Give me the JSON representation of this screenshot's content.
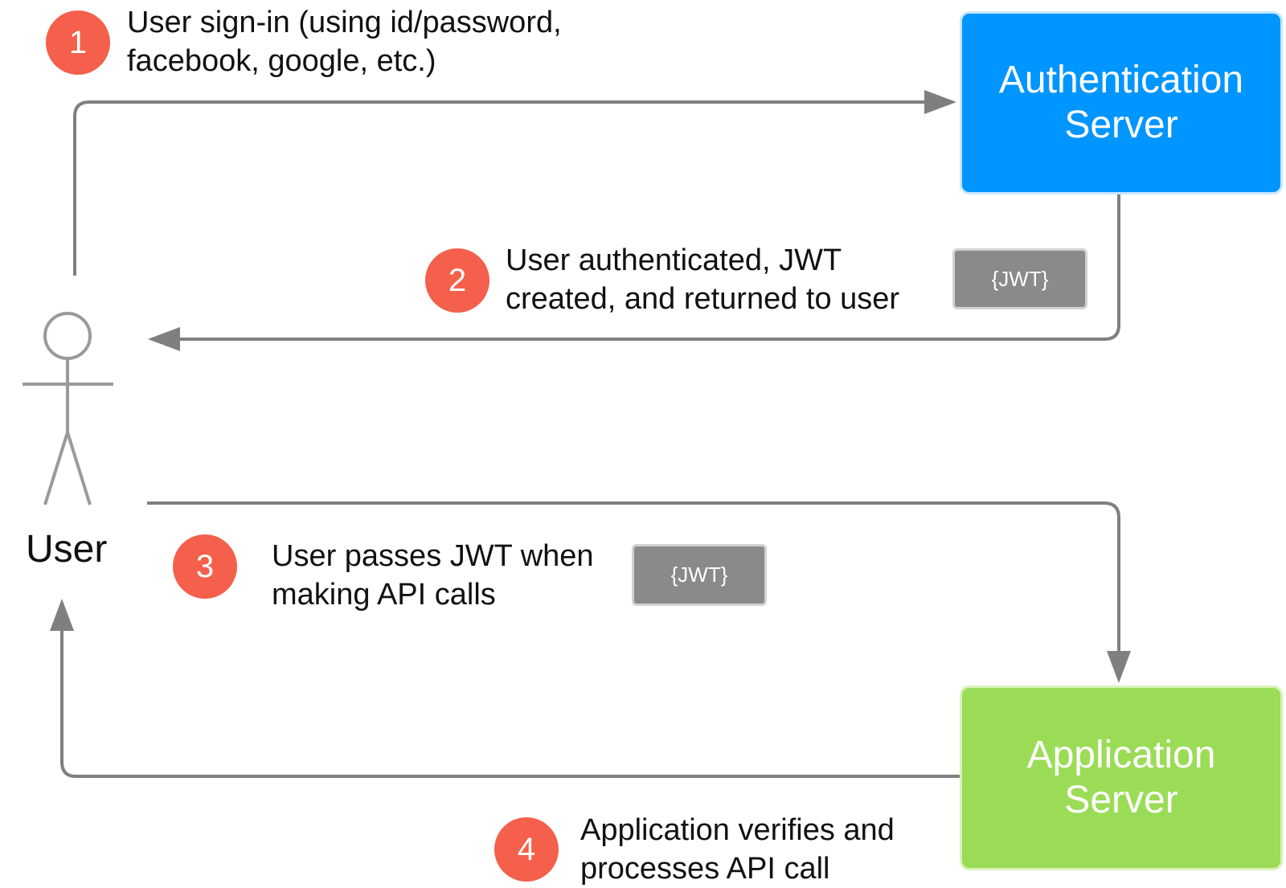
{
  "colors": {
    "badge": "#f4604b",
    "auth_server": "#0095ff",
    "auth_server_border": "#c6e6ff",
    "app_server": "#9bdc57",
    "app_server_border": "#d9f2b8",
    "token": "#8a8a8a",
    "token_border": "#d2d2d2",
    "arrow": "#7f7f7f",
    "actor": "#9a9a9a"
  },
  "actor": {
    "label": "User",
    "icon": "stick-figure-icon"
  },
  "servers": {
    "auth": {
      "label": "Authentication\nServer"
    },
    "app": {
      "label": "Application\nServer"
    }
  },
  "steps": [
    {
      "number": "1",
      "text": "User sign-in (using id/password,\nfacebook, google, etc.)"
    },
    {
      "number": "2",
      "text": "User authenticated, JWT\ncreated, and returned to user"
    },
    {
      "number": "3",
      "text": "User passes JWT when\nmaking API calls"
    },
    {
      "number": "4",
      "text": "Application verifies and\nprocesses API call"
    }
  ],
  "tokens": [
    {
      "label": "{JWT}"
    },
    {
      "label": "{JWT}"
    }
  ]
}
